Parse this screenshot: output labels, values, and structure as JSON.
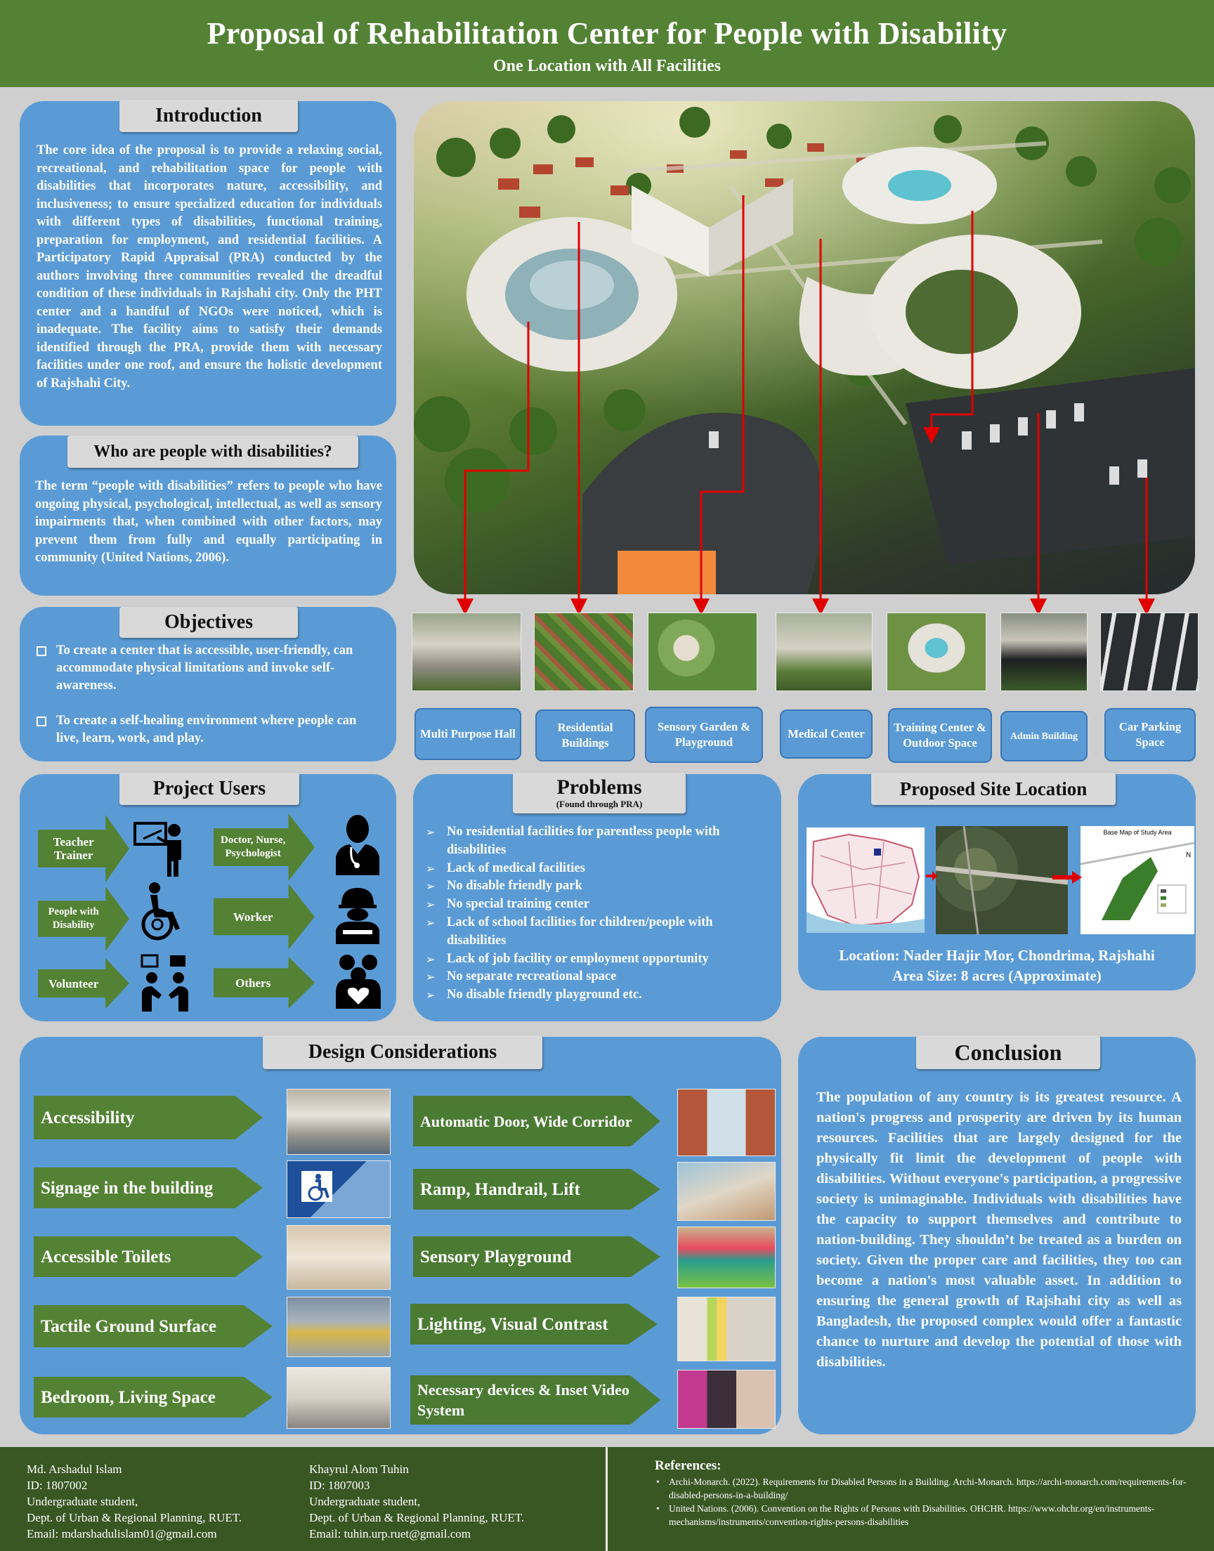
{
  "header": {
    "title": "Proposal of Rehabilitation Center for People with Disability",
    "subtitle": "One Location with All Facilities"
  },
  "introduction": {
    "title": "Introduction",
    "text": "The core idea of the proposal is to provide a relaxing social, recreational, and rehabilitation space for people with disabilities that incorporates nature, accessibility, and inclusiveness; to ensure specialized education for individuals with different types of disabilities, functional training, preparation for employment, and residential facilities. A Participatory Rapid Appraisal (PRA) conducted by the authors involving three communities revealed the dreadful condition of these individuals in Rajshahi city. Only the PHT center and a handful of NGOs were noticed, which is inadequate. The facility aims to satisfy their demands identified through the PRA, provide them with necessary facilities under one roof, and ensure the holistic development of Rajshahi City."
  },
  "who": {
    "title": "Who are people with disabilities?",
    "text": "The term “people with disabilities” refers to people who have ongoing physical, psychological, intellectual, as well as sensory impairments that, when combined with other factors, may prevent them from fully and equally participating in community (United Nations, 2006)."
  },
  "objectives": {
    "title": "Objectives",
    "items": [
      "To create a center that is accessible, user-friendly, can accommodate physical limitations and invoke self-awareness.",
      "To create a self-healing environment where people can live, learn, work, and play."
    ]
  },
  "facilities": [
    {
      "label": "Multi Purpose Hall"
    },
    {
      "label": "Residential Buildings"
    },
    {
      "label": "Sensory Garden & Playground"
    },
    {
      "label": "Medical Center"
    },
    {
      "label": "Training Center & Outdoor Space"
    },
    {
      "label": "Admin Building"
    },
    {
      "label": "Car Parking Space"
    }
  ],
  "users": {
    "title": "Project Users",
    "items": [
      {
        "label": "Teacher Trainer",
        "icon": "teacher-icon"
      },
      {
        "label": "Doctor, Nurse, Psychologist",
        "icon": "doctor-icon"
      },
      {
        "label": "People with Disability",
        "icon": "wheelchair-icon"
      },
      {
        "label": "Worker",
        "icon": "worker-icon"
      },
      {
        "label": "Volunteer",
        "icon": "volunteer-icon"
      },
      {
        "label": "Others",
        "icon": "community-icon"
      }
    ]
  },
  "problems": {
    "title": "Problems",
    "subtitle": "(Found through PRA)",
    "items": [
      "No residential facilities for parentless people with disabilities",
      "Lack of medical facilities",
      "No disable friendly park",
      "No special training center",
      "Lack of school facilities for children/people with disabilities",
      "Lack of job facility or employment opportunity",
      "No separate recreational space",
      "No disable friendly playground etc."
    ]
  },
  "site": {
    "title": "Proposed Site Location",
    "map_title": "Base Map of Study Area",
    "location": "Location: Nader Hajir Mor, Chondrima, Rajshahi",
    "area": "Area Size: 8 acres (Approximate)"
  },
  "design": {
    "title": "Design Considerations",
    "left": [
      "Accessibility",
      "Signage in the building",
      "Accessible Toilets",
      "Tactile Ground Surface",
      "Bedroom, Living Space"
    ],
    "right": [
      "Automatic Door, Wide Corridor",
      "Ramp, Handrail, Lift",
      "Sensory Playground",
      "Lighting, Visual Contrast",
      "Necessary devices & Inset Video System"
    ]
  },
  "conclusion": {
    "title": "Conclusion",
    "text": "The population of any country is its greatest resource. A nation's progress and prosperity are driven by its human resources. Facilities that are largely designed for the physically fit limit the development of people with disabilities. Without everyone's participation, a progressive society is unimaginable. Individuals with disabilities have the capacity to support themselves and contribute to nation-building. They shouldn’t be treated as a burden on society. Given the proper care and facilities, they too can become a nation's most valuable asset. In addition to ensuring the general growth of Rajshahi city as well as Bangladesh, the proposed complex would offer a fantastic chance to nurture and develop the potential of those with disabilities."
  },
  "authors": [
    {
      "name": "Md. Arshadul Islam",
      "id": "ID: 1807002",
      "role": "Undergraduate student,",
      "dept": "Dept. of Urban & Regional Planning, RUET.",
      "email": "Email: mdarshadulislam01@gmail.com"
    },
    {
      "name": "Khayrul Alom Tuhin",
      "id": "ID: 1807003",
      "role": "Undergraduate student,",
      "dept": "Dept. of Urban & Regional Planning, RUET.",
      "email": "Email: tuhin.urp.ruet@gmail.com"
    }
  ],
  "references": {
    "title": "References:",
    "items": [
      "Archi-Monarch. (2022). Requirements for Disabled Persons in a Building. Archi-Monarch. https://archi-monarch.com/requirements-for-disabled-persons-in-a-building/",
      "United Nations. (2006). Convention on the Rights of Persons with Disabilities. OHCHR. https://www.ohchr.org/en/instruments-mechanisms/instruments/convention-rights-persons-disabilities"
    ]
  },
  "colors": {
    "header_green": "#548235",
    "panel_blue": "#5b9bd5",
    "title_gray": "#d9d9d9",
    "footer_green": "#385723",
    "callout_red": "#e00000"
  }
}
